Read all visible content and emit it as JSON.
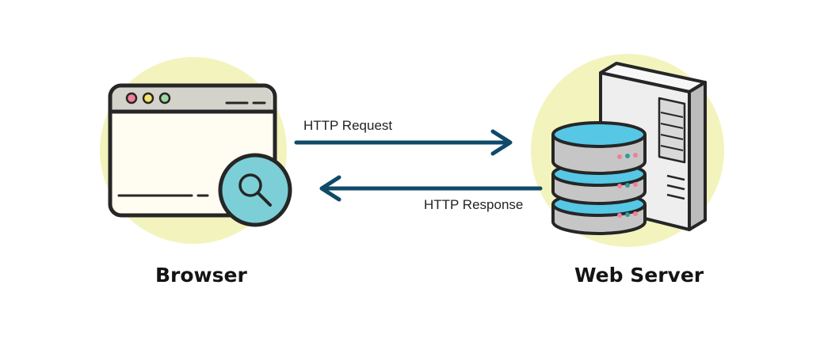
{
  "nodes": {
    "browser": {
      "title": "Browser"
    },
    "server": {
      "title": "Web Server"
    }
  },
  "edges": {
    "request": {
      "label": "HTTP Request"
    },
    "response": {
      "label": "HTTP Response"
    }
  },
  "colors": {
    "highlight_circle": "#f3f4bd",
    "outline": "#262626",
    "arrow": "#0f4a68",
    "magnifier_lens": "#7ccfd6",
    "browser_titlebar": "#d4d3cb",
    "browser_body": "#fffcf2",
    "dot_red": "#f07f9b",
    "dot_yellow": "#f5e468",
    "dot_green": "#a3d6a1",
    "disk_top": "#57c7e6",
    "disk_body": "#c6c6c6",
    "tower": "#eeeeee",
    "led_pink": "#f07f9b",
    "led_teal": "#2d9c9c"
  },
  "icons": [
    "browser-window-icon",
    "magnifier-icon",
    "server-tower-icon",
    "database-icon"
  ]
}
